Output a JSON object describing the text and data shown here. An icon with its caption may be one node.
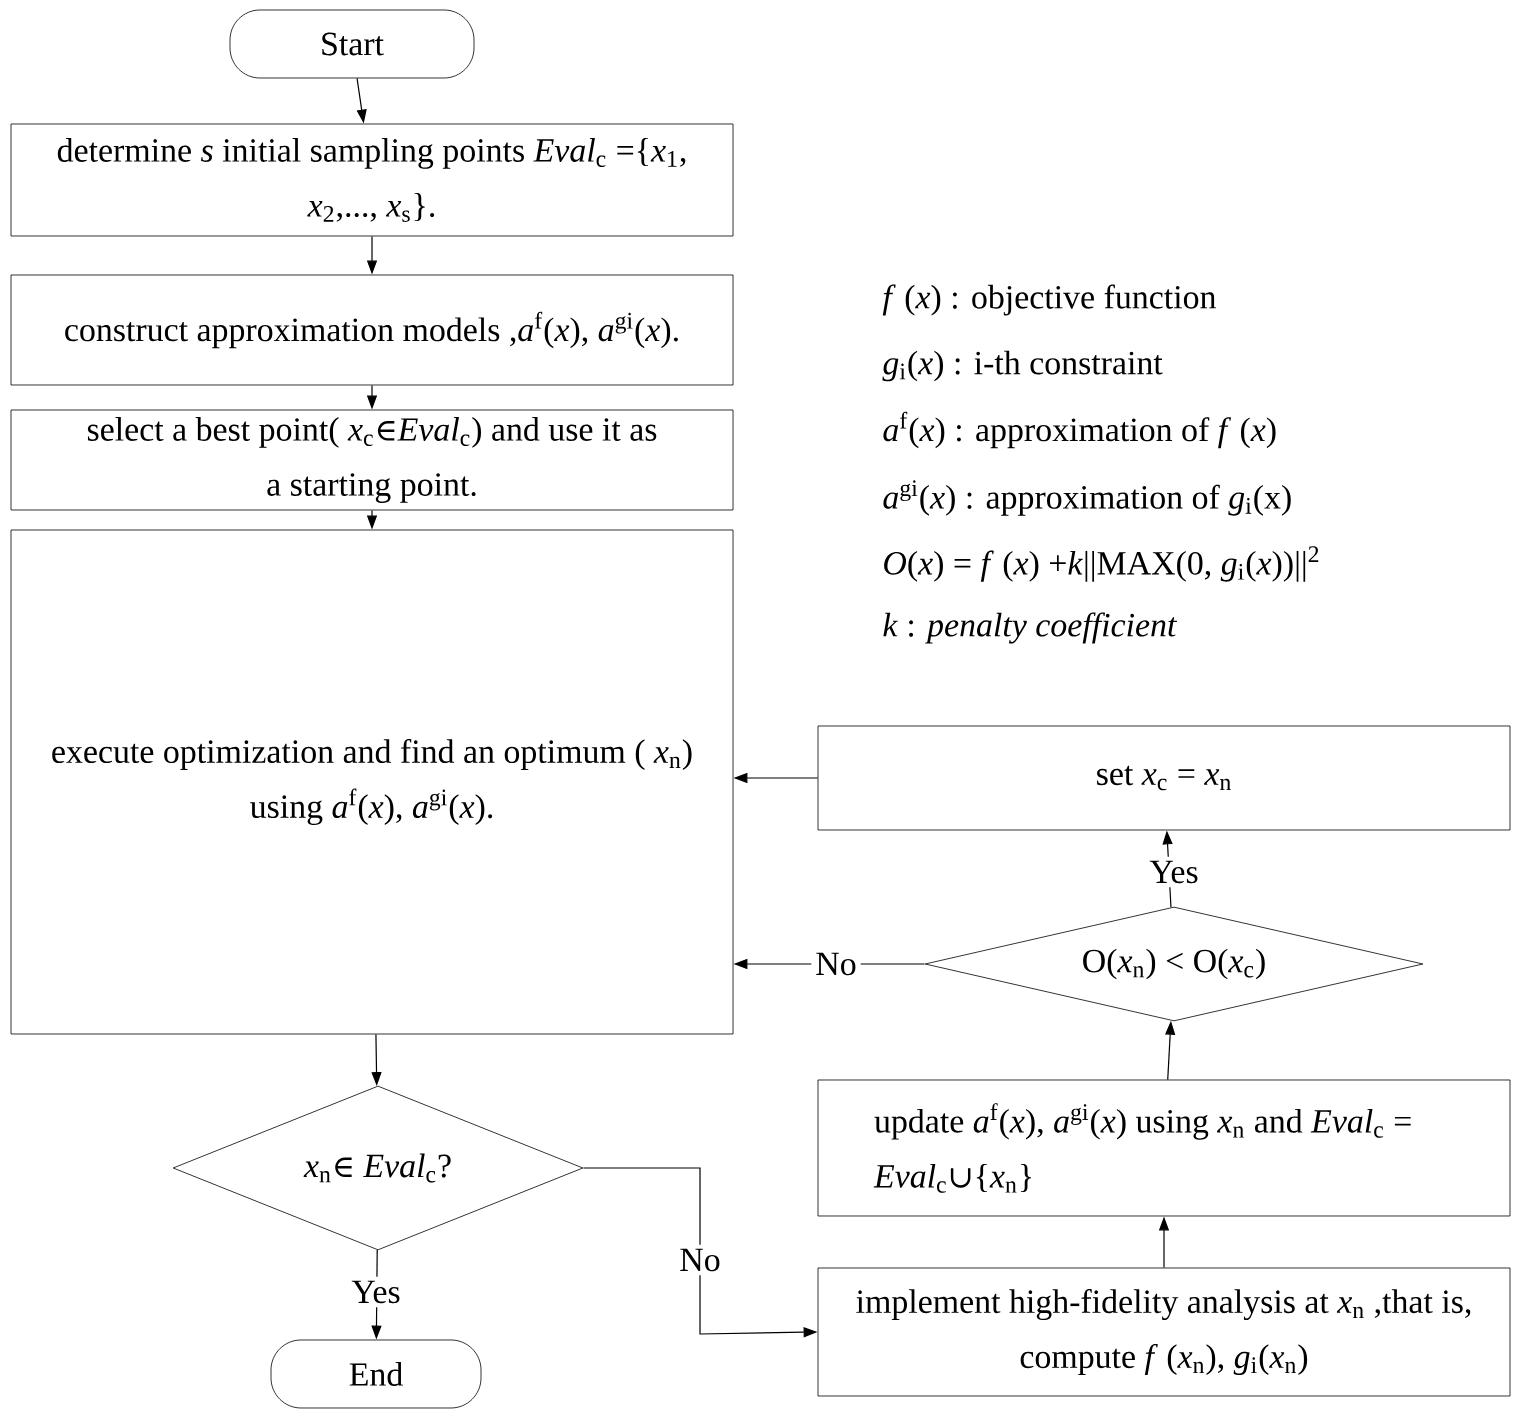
{
  "diagram": {
    "nodes": [
      {
        "text": [
          "Start"
        ]
      },
      {
        "text": [
          "determine *s* initial sampling points *Eval*$_{c}$ ={*x*$_{1}$, *x*$_{2}$,..., *x*$_{s}$}."
        ]
      },
      {
        "text": [
          "construct approximation models ,*a*$^{f}$(*x*), *a*$^{gi}$(*x*)."
        ]
      },
      {
        "text": [
          "select a best point( *x*$_{c}$∈*Eval*$_{c}$) and use it as a starting point."
        ]
      },
      {
        "text": [
          "execute optimization and find an optimum ( *x*$_{n}$) using *a*$^{f}$(*x*), *a*$^{gi}$(*x*)."
        ]
      },
      {
        "text": [
          "*x*$_{n}$∈ *Eval*$_{c}$?"
        ]
      },
      {
        "text": [
          "End"
        ]
      },
      {
        "text": [
          "set *x*$_{c}$ = *x*$_{n}$"
        ]
      },
      {
        "text": [
          "O(*x*$_{n}$) < O(*x*$_{c}$)"
        ]
      },
      {
        "text": [
          "update *a*$^{f}$(*x*), *a*$^{gi}$(*x*) using *x*$_{n}$ and *Eval*$_{c}$ = *Eval*$_{c}$∪{*x*$_{n}$}"
        ]
      },
      {
        "text": [
          "implement high-fidelity analysis at *x*$_{n}$ ,that is, compute *f* (*x*$_{n}$), *g*$_{i}$(*x*$_{n}$)"
        ]
      }
    ],
    "edges": [
      {
        "from": 0,
        "to": 1,
        "arrow": "to"
      },
      {
        "from": 1,
        "to": 2,
        "arrow": "to"
      },
      {
        "from": 2,
        "to": 3,
        "arrow": "to"
      },
      {
        "from": 3,
        "to": 4,
        "arrow": "to"
      },
      {
        "from": 4,
        "to": 5,
        "arrow": "to"
      },
      {
        "from": 5,
        "to": 6,
        "arrow": "to",
        "label": "Yes"
      },
      {
        "from": 5,
        "to": 10,
        "arrow": "to",
        "label": "No"
      },
      {
        "from": 10,
        "to": 9,
        "arrow": "to"
      },
      {
        "from": 9,
        "to": 8,
        "arrow": "to"
      },
      {
        "from": 8,
        "to": 7,
        "arrow": "to",
        "label": "Yes"
      },
      {
        "from": 8,
        "to": 4,
        "arrow": "to",
        "label": "No"
      },
      {
        "from": 7,
        "to": 4,
        "arrow": "to"
      }
    ],
    "labels": [
      "*f* (*x*) : objective function",
      "*g*$_{i}$(*x*) : i-th constraint",
      "*a*$^{f}$(*x*) : approximation of *f* (*x*)",
      "*a*$^{gi}$(*x*) : approximation of *g*$_{i}$(x)",
      "*O*(*x*) = *f* (*x*) +*k*||MAX(0, *g*$_{i}$(*x*))||$^{2}$",
      "*k* : *penalty coefficient*"
    ]
  }
}
